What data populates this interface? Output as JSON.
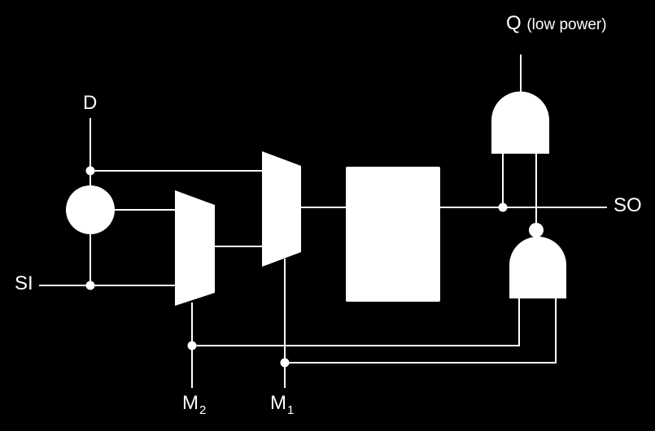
{
  "labels": {
    "q": "Q",
    "q_note": "(low power)",
    "d": "D",
    "si": "SI",
    "so": "SO",
    "m2_letter": "M",
    "m2_sub": "2",
    "m1_letter": "M",
    "m1_sub": "1"
  },
  "colors": {
    "background": "#000000",
    "foreground": "#ffffff"
  }
}
